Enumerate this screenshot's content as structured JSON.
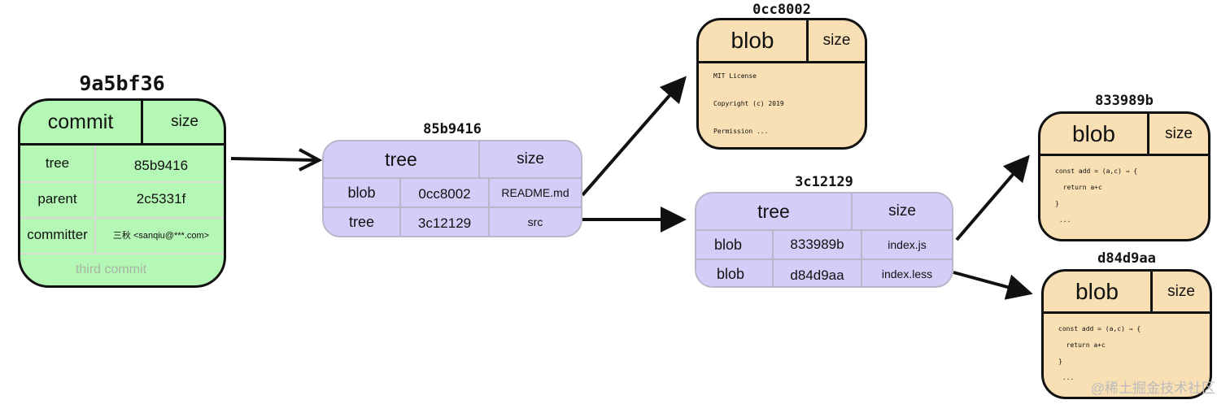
{
  "commit": {
    "hash": "9a5bf36",
    "type": "commit",
    "size": "size",
    "rows": [
      {
        "key": "tree",
        "value": "85b9416"
      },
      {
        "key": "parent",
        "value": "2c5331f"
      },
      {
        "key": "committer",
        "value": "三秋 <sanqiu@***.com>"
      }
    ],
    "message": "third commit"
  },
  "root_tree": {
    "hash": "85b9416",
    "type": "tree",
    "size": "size",
    "rows": [
      {
        "type": "blob",
        "hash": "0cc8002",
        "name": "README.md"
      },
      {
        "type": "tree",
        "hash": "3c12129",
        "name": "src"
      }
    ]
  },
  "src_tree": {
    "hash": "3c12129",
    "type": "tree",
    "size": "size",
    "rows": [
      {
        "type": "blob",
        "hash": "833989b",
        "name": "index.js"
      },
      {
        "type": "blob",
        "hash": "d84d9aa",
        "name": "index.less"
      }
    ]
  },
  "blobs": {
    "readme": {
      "hash": "0cc8002",
      "type": "blob",
      "size": "size",
      "lines": [
        "MIT License",
        "Copyright (c) 2019",
        "Permission ..."
      ]
    },
    "index_js": {
      "hash": "833989b",
      "type": "blob",
      "size": "size",
      "lines": [
        "const add = (a,c) ⇒ {",
        "  return a+c",
        "}",
        " ..."
      ]
    },
    "index_less": {
      "hash": "d84d9aa",
      "type": "blob",
      "size": "size",
      "lines": [
        "const add = (a,c) ⇒ {",
        "  return a+c",
        "}",
        " ..."
      ]
    }
  },
  "watermark": "@稀土掘金技术社区",
  "colors": {
    "commit_fill": "#b5f7b4",
    "tree_fill": "#d2cef8",
    "blob_fill": "#f8dfb4",
    "outline": "#111111"
  }
}
